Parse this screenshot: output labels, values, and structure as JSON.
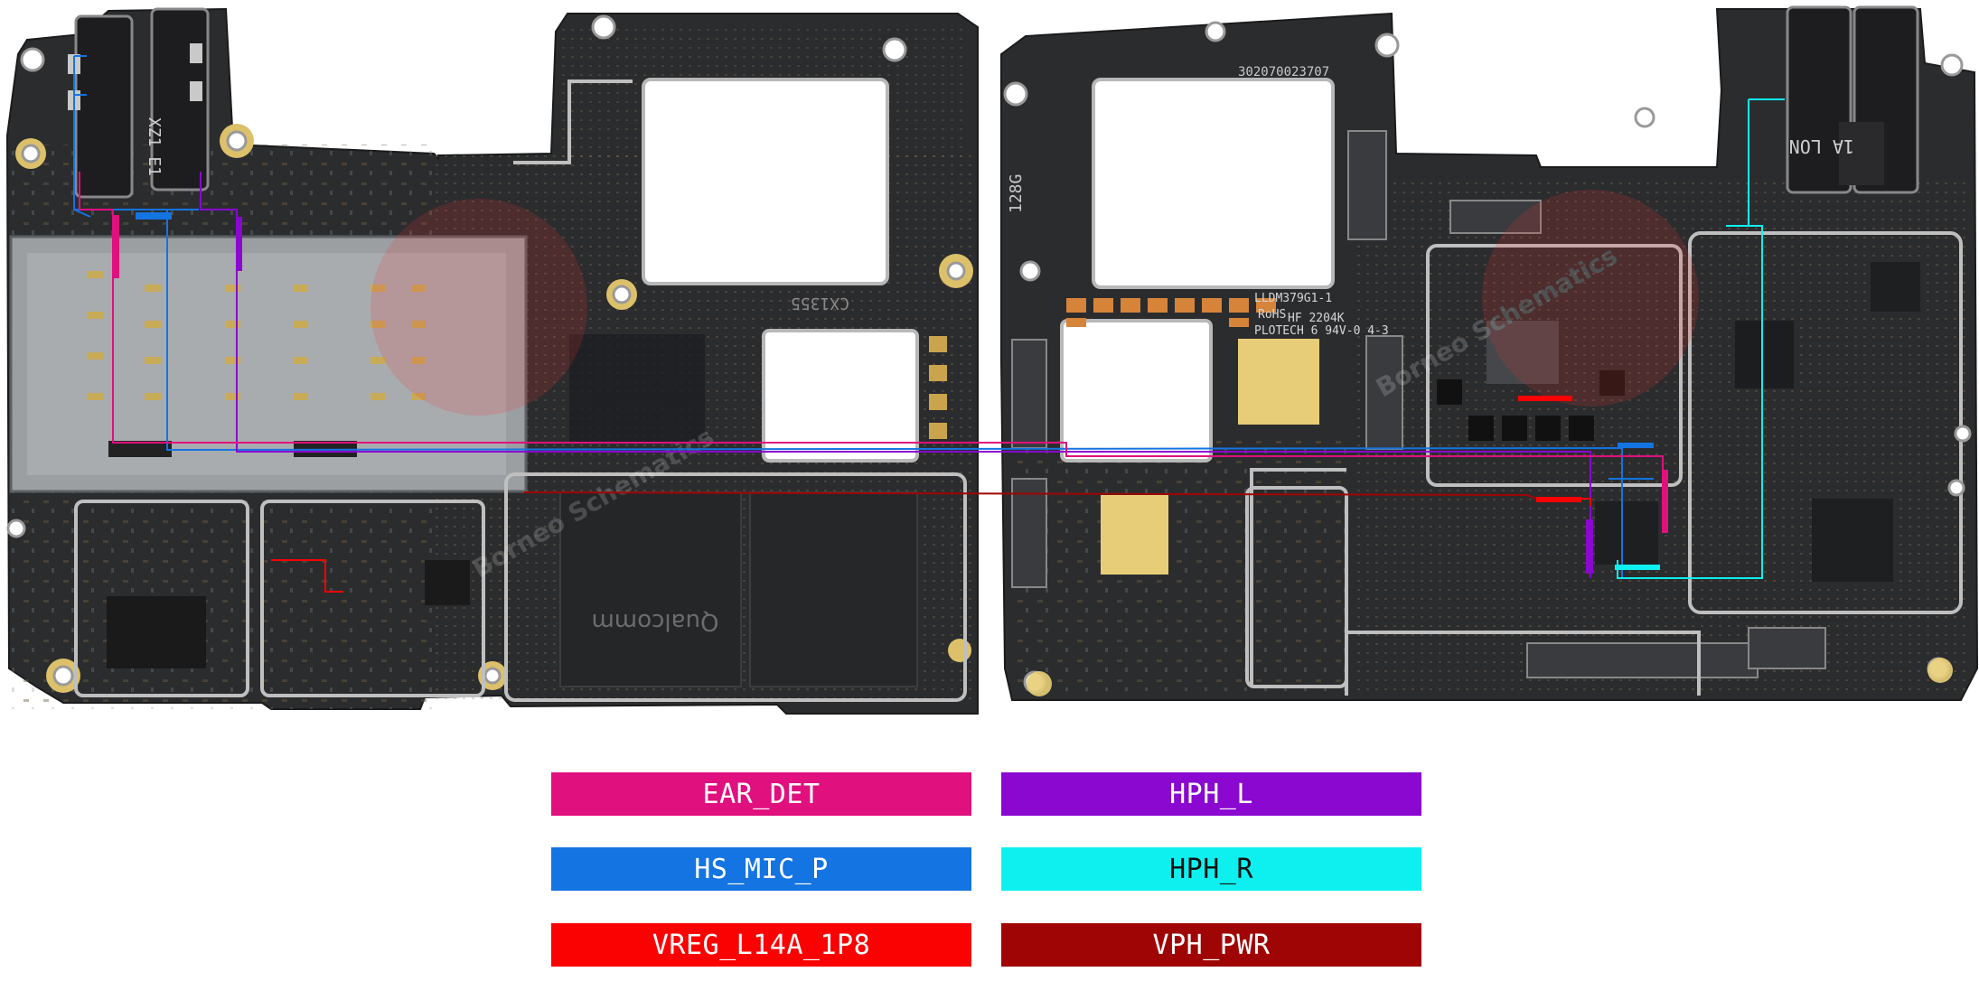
{
  "board_marks": {
    "left_jack": "XZ1 E1",
    "fpc_left": "CX1355",
    "pcb_id": "LLDM379G1-1",
    "rohs": "RoHS",
    "rev": "HF 2204K",
    "vendor": "PLOTECH 6 94V-0 4-3",
    "serial": "302070023707",
    "jack_right": "1A LON",
    "side_mark": "128G",
    "soc_brand": "Qualcomm",
    "watermark": "Borneo Schematics"
  },
  "colors": {
    "board": "#2b2c2e",
    "gold": "#dcc06a",
    "EAR_DET": "#e0107e",
    "HPH_L": "#8a08d0",
    "HS_MIC_P": "#1474e2",
    "HPH_R": "#0ef0f0",
    "VREG_L14A_1P8": "#fa0202",
    "VPH_PWR": "#a00505"
  },
  "legend": [
    {
      "label": "EAR_DET",
      "color": "#e0107e",
      "text_color": "#ffffff"
    },
    {
      "label": "HPH_L",
      "color": "#8a08d0",
      "text_color": "#ffffff"
    },
    {
      "label": "HS_MIC_P",
      "color": "#1474e2",
      "text_color": "#ffffff"
    },
    {
      "label": "HPH_R",
      "color": "#0ef0f0",
      "text_color": "#111111"
    },
    {
      "label": "VREG_L14A_1P8",
      "color": "#fa0202",
      "text_color": "#ffffff"
    },
    {
      "label": "VPH_PWR",
      "color": "#a00505",
      "text_color": "#ffffff"
    }
  ]
}
